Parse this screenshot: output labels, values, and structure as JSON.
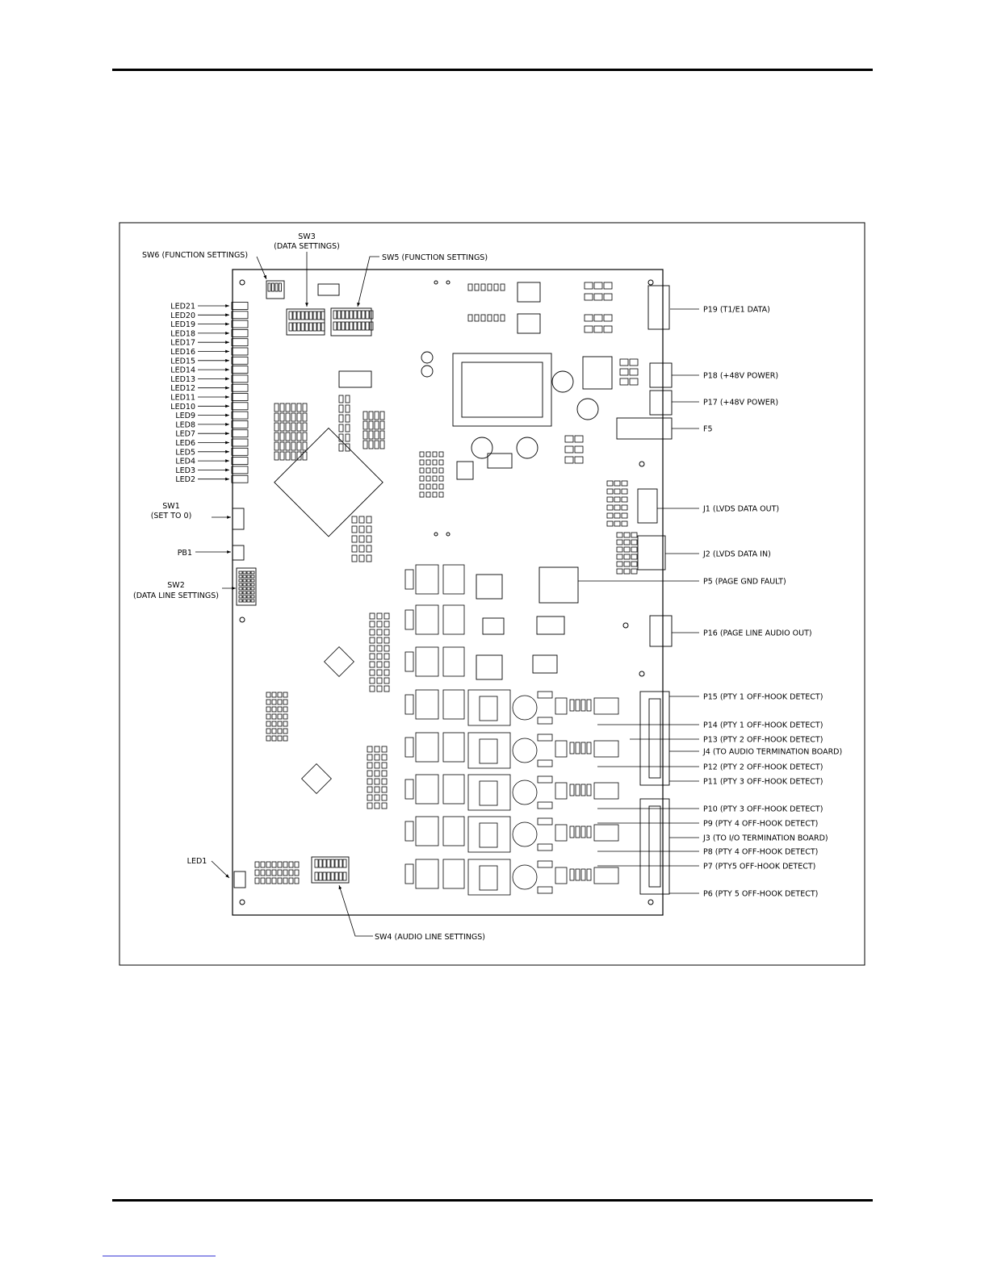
{
  "diagram": {
    "top_callouts": {
      "sw6": "SW6 (FUNCTION SETTINGS)",
      "sw3_line1": "SW3",
      "sw3_line2": "(DATA SETTINGS)",
      "sw5": "SW5 (FUNCTION SETTINGS)"
    },
    "left_callouts": {
      "leds": [
        "LED21",
        "LED20",
        "LED19",
        "LED18",
        "LED17",
        "LED16",
        "LED15",
        "LED14",
        "LED13",
        "LED12",
        "LED11",
        "LED10",
        "LED9",
        "LED8",
        "LED7",
        "LED6",
        "LED5",
        "LED4",
        "LED3",
        "LED2"
      ],
      "sw1_line1": "SW1",
      "sw1_line2": "(SET TO 0)",
      "pb1": "PB1",
      "sw2_line1": "SW2",
      "sw2_line2": "(DATA LINE SETTINGS)",
      "led1": "LED1"
    },
    "bottom_callouts": {
      "sw4": "SW4 (AUDIO LINE SETTINGS)"
    },
    "right_callouts": [
      "P19 (T1/E1 DATA)",
      "P18 (+48V POWER)",
      "P17 (+48V POWER)",
      "F5",
      "J1 (LVDS DATA OUT)",
      "J2 (LVDS DATA IN)",
      "P5 (PAGE GND FAULT)",
      "P16 (PAGE LINE AUDIO OUT)",
      "P15 (PTY 1 OFF-HOOK DETECT)",
      "P14 (PTY 1 OFF-HOOK DETECT)",
      "P13 (PTY 2 OFF-HOOK DETECT)",
      "J4 (TO AUDIO TERMINATION BOARD)",
      "P12 (PTY 2 OFF-HOOK DETECT)",
      "P11 (PTY 3 OFF-HOOK DETECT)",
      "P10 (PTY 3 OFF-HOOK DETECT)",
      "P9 (PTY 4 OFF-HOOK DETECT)",
      "J3 (TO I/O TERMINATION BOARD)",
      "P8 (PTY 4 OFF-HOOK DETECT)",
      "P7 (PTY5 OFF-HOOK DETECT)",
      "P6 (PTY 5 OFF-HOOK DETECT)"
    ]
  }
}
